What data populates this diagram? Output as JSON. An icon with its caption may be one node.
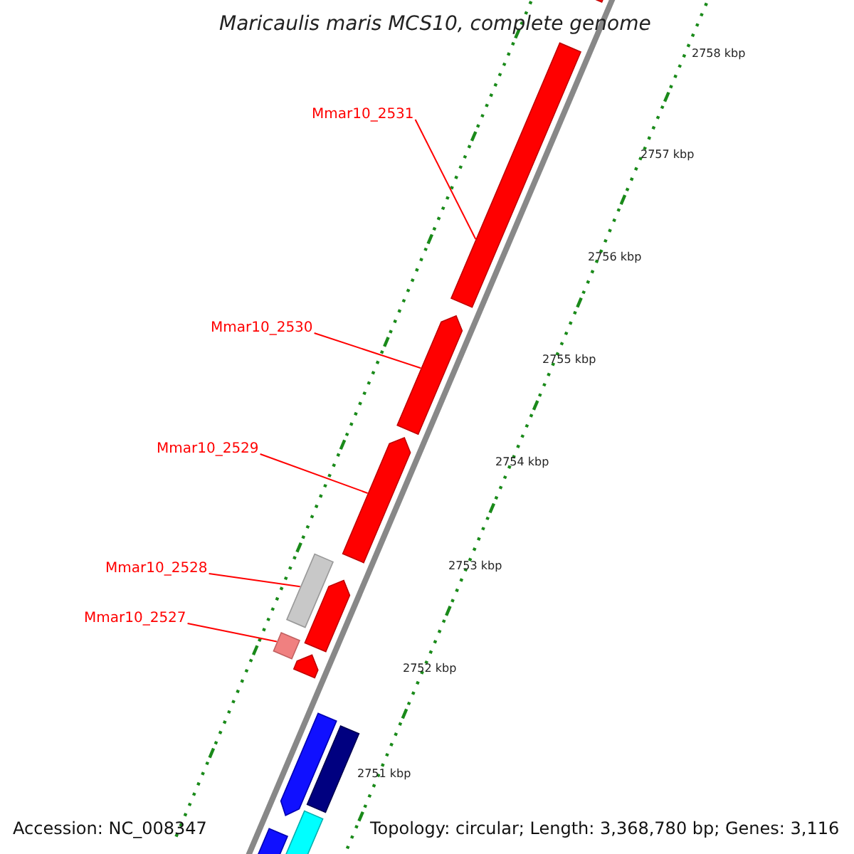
{
  "diagram": {
    "title": "Maricaulis maris MCS10, complete genome",
    "nodes": [
      {
        "text": [
          "Mmar10_2531"
        ]
      },
      {
        "text": [
          "Mmar10_2530"
        ]
      },
      {
        "text": [
          "Mmar10_2529"
        ]
      },
      {
        "text": [
          "Mmar10_2528"
        ]
      },
      {
        "text": [
          "Mmar10_2527"
        ]
      },
      {
        "text": [],
        "shape": "bar"
      },
      {
        "text": [],
        "shape": "bar"
      },
      {
        "text": [],
        "shape": "bar"
      },
      {
        "text": [],
        "shape": "bar"
      },
      {
        "text": [],
        "shape": "bar"
      },
      {
        "text": [],
        "shape": "bar"
      },
      {
        "text": [],
        "shape": "bar"
      },
      {
        "text": [],
        "shape": "bar"
      },
      {
        "text": [],
        "shape": "bar"
      },
      {
        "text": [],
        "shape": "bar"
      },
      {
        "text": [],
        "shape": "bar"
      },
      {
        "text": [],
        "shape": "bar"
      }
    ],
    "edges": [
      {
        "from": 0,
        "to": 5,
        "arrow": "none"
      },
      {
        "from": 1,
        "to": 6,
        "arrow": "none"
      },
      {
        "from": 2,
        "to": 7,
        "arrow": "none"
      },
      {
        "from": 3,
        "to": 8,
        "arrow": "none"
      },
      {
        "from": 4,
        "to": 9,
        "arrow": "none"
      }
    ],
    "labels": [
      "2758 kbp",
      "2757 kbp",
      "2756 kbp",
      "2755 kbp",
      "2754 kbp",
      "2753 kbp",
      "2752 kbp",
      "2751 kbp",
      "Accession: NC_008347",
      "Topology: circular; Length: 3,368,780 bp; Genes: 3,116"
    ]
  }
}
